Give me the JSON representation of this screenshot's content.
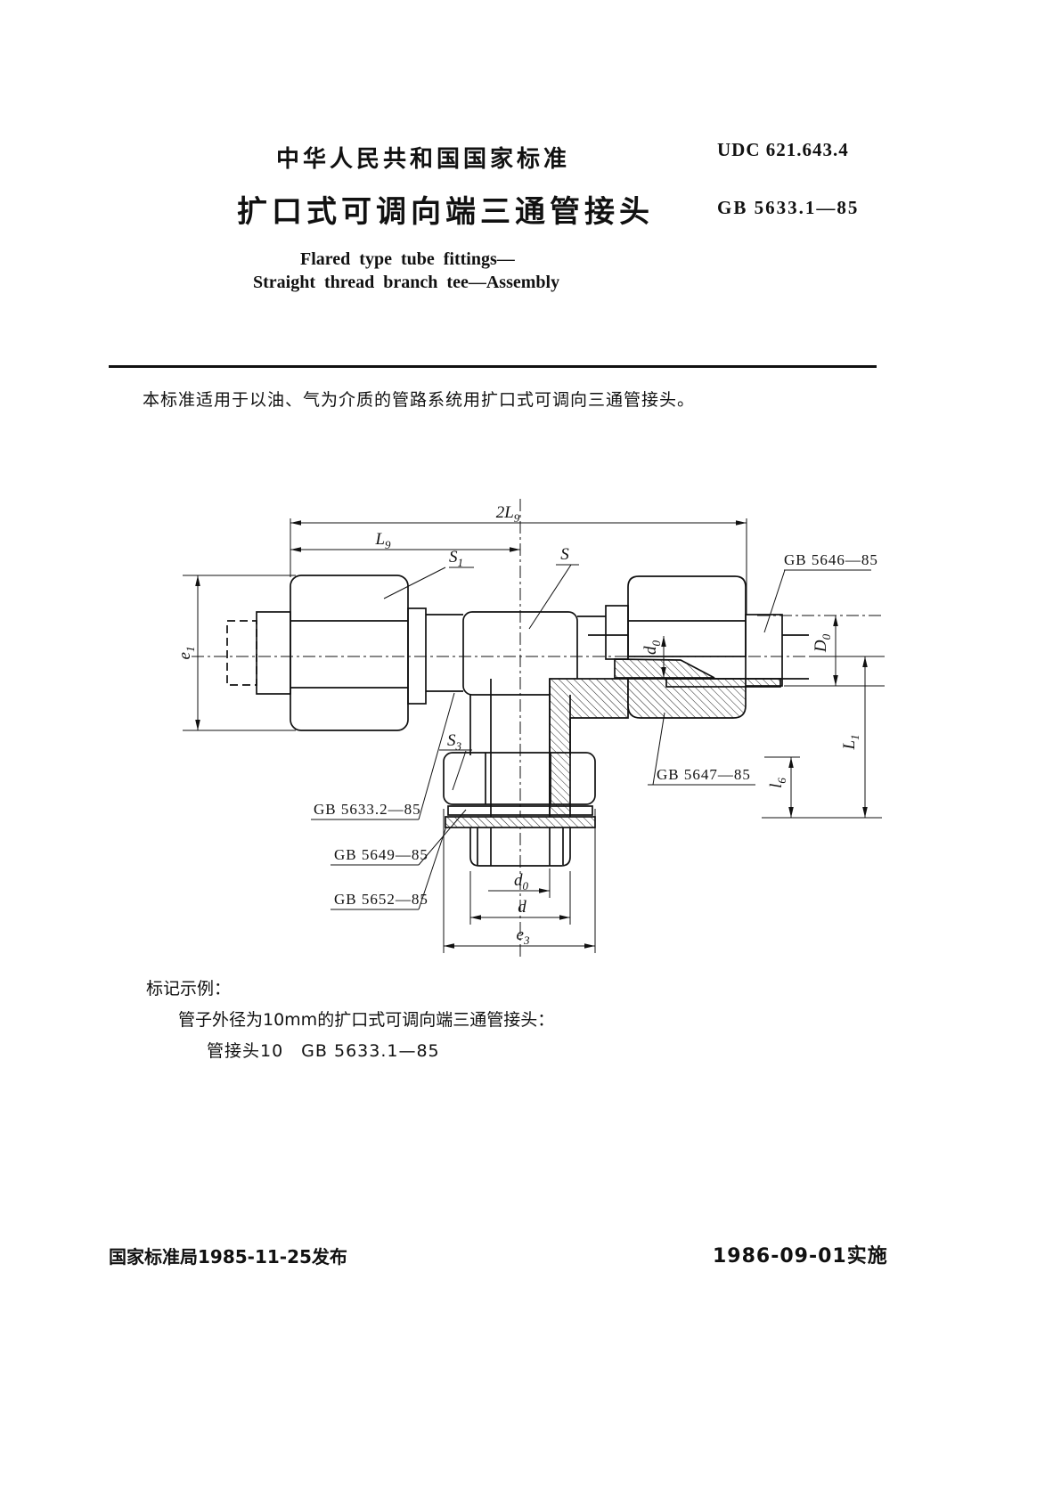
{
  "header": {
    "national_standard": "中华人民共和国国家标准",
    "udc": "UDC 621.643.4",
    "title_cn": "扩口式可调向端三通管接头",
    "standard_code": "GB 5633.1—85",
    "title_en_line1": "Flared type tube fittings—",
    "title_en_line2": "Straight thread branch tee—Assembly"
  },
  "scope": "本标准适用于以油、气为介质的管路系统用扩口式可调向三通管接头。",
  "drawing": {
    "labels": {
      "two_l9": {
        "main": "2L",
        "sub": "9"
      },
      "l9": {
        "main": "L",
        "sub": "9"
      },
      "s1": {
        "main": "S",
        "sub": "1"
      },
      "s": {
        "main": "S",
        "sub": ""
      },
      "e1": {
        "main": "e",
        "sub": "1"
      },
      "d0_bore": {
        "main": "d",
        "sub": "0"
      },
      "D0": {
        "main": "D",
        "sub": "0"
      },
      "L1": {
        "main": "L",
        "sub": "1"
      },
      "l6": {
        "main": "l",
        "sub": "6"
      },
      "s3": {
        "main": "S",
        "sub": "3"
      },
      "d0_bottom": {
        "main": "d",
        "sub": "0"
      },
      "d": {
        "main": "d",
        "sub": ""
      },
      "e3": {
        "main": "e",
        "sub": "3"
      },
      "gb5646": "GB 5646—85",
      "gb5647": "GB 5647—85",
      "gb5633_2": "GB 5633.2—85",
      "gb5649": "GB 5649—85",
      "gb5652": "GB 5652—85"
    }
  },
  "marking_example": {
    "heading": "标记示例：",
    "line1": "管子外径为10mm的扩口式可调向端三通管接头：",
    "line2": "管接头10　GB 5633.1—85"
  },
  "footer": {
    "issued": "国家标准局1985-11-25发布",
    "effective": "1986-09-01实施"
  }
}
